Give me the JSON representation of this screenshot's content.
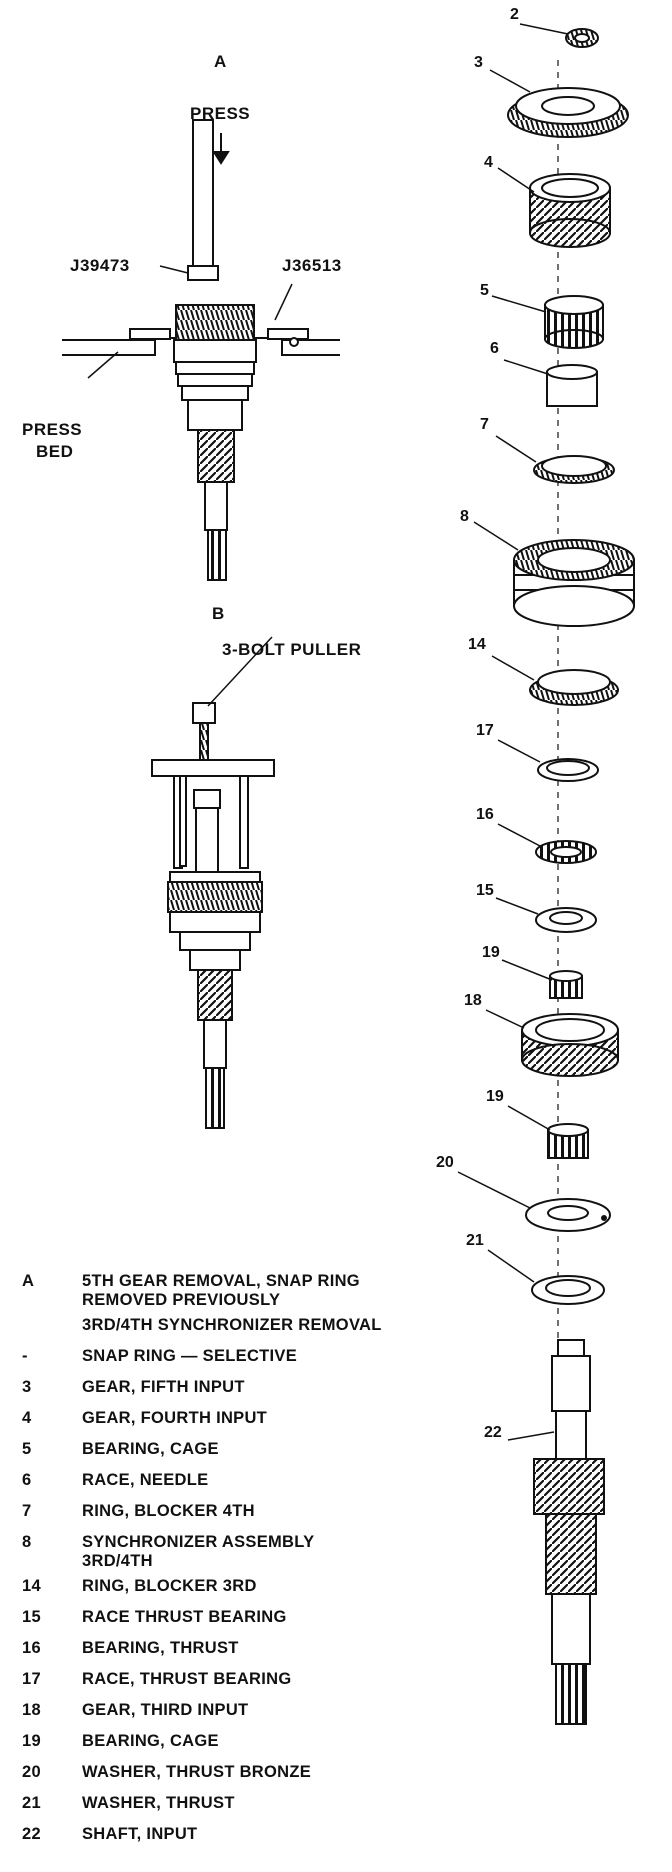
{
  "figure": {
    "view_a_letter": "A",
    "view_b_letter": "B",
    "label_press": "PRESS",
    "label_tool_1": "J39473",
    "label_tool_2": "J36513",
    "label_press_bed_1": "PRESS",
    "label_press_bed_2": "BED",
    "label_puller": "3-BOLT PULLER"
  },
  "callouts": [
    "2",
    "3",
    "4",
    "5",
    "6",
    "7",
    "8",
    "14",
    "17",
    "16",
    "15",
    "19",
    "18",
    "19",
    "20",
    "21",
    "22"
  ],
  "legend": [
    {
      "key": "A",
      "line1": "5TH GEAR REMOVAL, SNAP RING",
      "line2": "REMOVED PREVIOUSLY"
    },
    {
      "key": "",
      "line1": "3RD/4TH SYNCHRONIZER REMOVAL",
      "line2": ""
    },
    {
      "key": "-",
      "line1": "SNAP RING — SELECTIVE",
      "line2": ""
    },
    {
      "key": "3",
      "line1": "GEAR, FIFTH INPUT",
      "line2": ""
    },
    {
      "key": "4",
      "line1": "GEAR, FOURTH INPUT",
      "line2": ""
    },
    {
      "key": "5",
      "line1": "BEARING, CAGE",
      "line2": ""
    },
    {
      "key": "6",
      "line1": "RACE, NEEDLE",
      "line2": ""
    },
    {
      "key": "7",
      "line1": "RING, BLOCKER 4TH",
      "line2": ""
    },
    {
      "key": "8",
      "line1": "SYNCHRONIZER ASSEMBLY",
      "line2": "3RD/4TH"
    },
    {
      "key": "14",
      "line1": "RING, BLOCKER 3RD",
      "line2": ""
    },
    {
      "key": "15",
      "line1": "RACE THRUST BEARING",
      "line2": ""
    },
    {
      "key": "16",
      "line1": "BEARING, THRUST",
      "line2": ""
    },
    {
      "key": "17",
      "line1": "RACE, THRUST BEARING",
      "line2": ""
    },
    {
      "key": "18",
      "line1": "GEAR, THIRD INPUT",
      "line2": ""
    },
    {
      "key": "19",
      "line1": "BEARING, CAGE",
      "line2": ""
    },
    {
      "key": "20",
      "line1": "WASHER, THRUST BRONZE",
      "line2": ""
    },
    {
      "key": "21",
      "line1": "WASHER, THRUST",
      "line2": ""
    },
    {
      "key": "22",
      "line1": "SHAFT, INPUT",
      "line2": ""
    }
  ]
}
